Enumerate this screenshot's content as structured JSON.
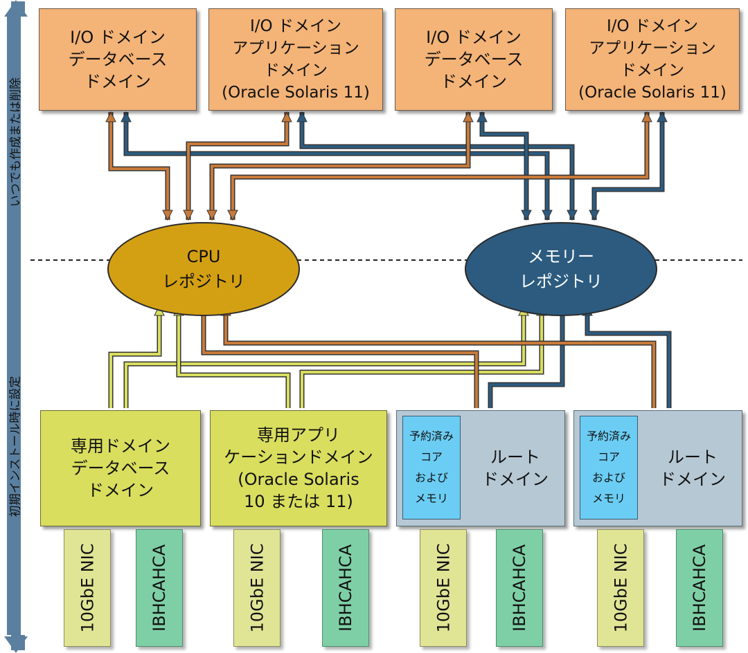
{
  "io_domains": [
    {
      "lines": [
        "I/O ドメイン",
        "データベース",
        "ドメイン"
      ]
    },
    {
      "lines": [
        "I/O ドメイン",
        "アプリケーション",
        "ドメイン",
        "(Oracle Solaris 11)"
      ]
    },
    {
      "lines": [
        "I/O ドメイン",
        "データベース",
        "ドメイン"
      ]
    },
    {
      "lines": [
        "I/O ドメイン",
        "アプリケーション",
        "ドメイン",
        "(Oracle Solaris 11)"
      ]
    }
  ],
  "repositories": {
    "cpu": {
      "lines": [
        "CPU",
        "レポジトリ"
      ],
      "color": "#d4a013"
    },
    "memory": {
      "lines": [
        "メモリー",
        "レポジトリ"
      ],
      "color": "#2c5b7f"
    }
  },
  "dedicated_domains": [
    {
      "lines": [
        "専用ドメイン",
        "データベース",
        "ドメイン"
      ]
    },
    {
      "lines": [
        "専用アプリ",
        "ケーションドメイン",
        "(Oracle Solaris",
        "10 または 11)"
      ]
    }
  ],
  "root_domains": [
    {
      "reserved": [
        "予約済み",
        "コア",
        "および",
        "メモリ"
      ],
      "label": [
        "ルート",
        "ドメイン"
      ]
    },
    {
      "reserved": [
        "予約済み",
        "コア",
        "および",
        "メモリ"
      ],
      "label": [
        "ルート",
        "ドメイン"
      ]
    }
  ],
  "pci_cards": [
    "10GbE NIC",
    "IBHCAHCA",
    "10GbE NIC",
    "IBHCAHCA",
    "10GbE NIC",
    "IBHCAHCA",
    "10GbE NIC",
    "IBHCAHCA"
  ],
  "side_labels": {
    "top": "いつでも作成または削除",
    "bottom": "初期インストール時に設定"
  },
  "colors": {
    "cpu_wire": "#c87a3a",
    "memory_wire": "#2c5b7f",
    "dedicated_wire": "#d9de5e",
    "io_fill": "#f4b377",
    "dedicated_fill": "#d9de5e",
    "root_fill": "#b6c8d4",
    "reserved_fill": "#6ccdf4",
    "nic_fill": "#e0e596",
    "hca_fill": "#7fcfa6",
    "side_arrow": "#5b7f9f"
  }
}
